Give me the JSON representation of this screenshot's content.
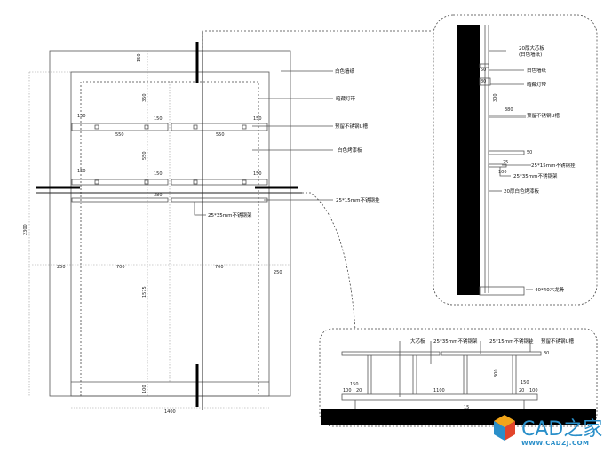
{
  "elevation": {
    "dims": {
      "top": "150",
      "d350": "350",
      "d550a": "550",
      "d550b": "550",
      "mid": "550",
      "s150a": "150",
      "s150b": "150",
      "s150c": "150",
      "s150d": "150",
      "s150e": "150",
      "s150f": "150",
      "gap": "380",
      "height": "2300",
      "left": "250",
      "w700a": "700",
      "w700b": "700",
      "right": "250",
      "lower": "1575",
      "bottom": "100",
      "width": "1400"
    },
    "labels": {
      "wallpaper": "白色墙纸",
      "led": "暗藏灯带",
      "u_groove": "预留不锈钢U槽",
      "paint_board": "白色烤漆板",
      "bar": "25*15mm不锈钢挂",
      "bracket": "25*35mm不锈钢架"
    }
  },
  "section": {
    "labels": {
      "core_board": "20厚大芯板",
      "core_board_sub": "(白色墙纸)",
      "wallpaper": "白色墙纸",
      "led": "暗藏灯带",
      "u_groove": "预留不锈钢U槽",
      "bar": "25*15mm不锈钢挂",
      "bracket": "25*35mm不锈钢架",
      "paint_board": "20厚白色烤漆板",
      "keel": "40*40木龙骨"
    },
    "dims": {
      "d300": "300",
      "d380": "380",
      "d50a": "50",
      "d50b": "50",
      "d80": "80",
      "d25": "25",
      "d100": "100"
    }
  },
  "plan": {
    "labels": {
      "core": "大芯板",
      "bracket": "25*35mm不锈钢架",
      "bar": "25*15mm不锈钢挂",
      "u_groove": "预留不锈钢U槽"
    },
    "dims": {
      "l150": "150",
      "l100": "100",
      "l20": "20",
      "span": "1100",
      "h300": "300",
      "r150": "150",
      "r100": "100",
      "r20": "20",
      "h30": "30",
      "h15": "15"
    }
  },
  "watermark": {
    "brand": "CAD之家",
    "url": "WWW.CADZJ.COM"
  }
}
